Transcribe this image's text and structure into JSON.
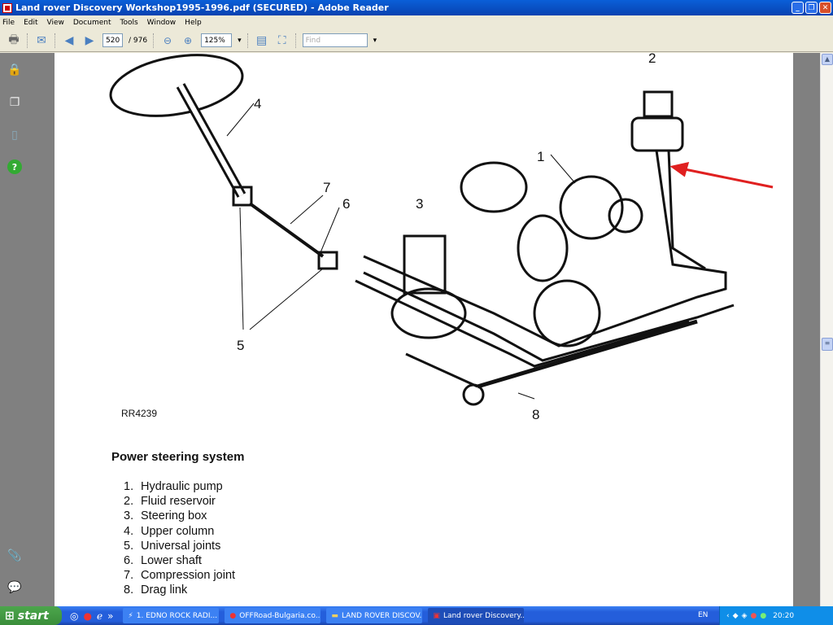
{
  "window": {
    "title": "Land rover Discovery Workshop1995-1996.pdf (SECURED) - Adobe Reader"
  },
  "menu": [
    "File",
    "Edit",
    "View",
    "Document",
    "Tools",
    "Window",
    "Help"
  ],
  "toolbar": {
    "page_current": "520",
    "page_total": "/ 976",
    "zoom": "125%",
    "find_placeholder": "Find"
  },
  "figure": {
    "id": "RR4239",
    "labels": [
      "1",
      "2",
      "3",
      "4",
      "5",
      "6",
      "7",
      "8"
    ],
    "arrow_color": "#e02020"
  },
  "page": {
    "caption": "Power steering system",
    "items": [
      {
        "n": "1.",
        "t": "Hydraulic pump"
      },
      {
        "n": "2.",
        "t": "Fluid reservoir"
      },
      {
        "n": "3.",
        "t": "Steering box"
      },
      {
        "n": "4.",
        "t": "Upper column"
      },
      {
        "n": "5.",
        "t": "Universal joints"
      },
      {
        "n": "6.",
        "t": "Lower shaft"
      },
      {
        "n": "7.",
        "t": "Compression joint"
      },
      {
        "n": "8.",
        "t": "Drag link"
      }
    ]
  },
  "taskbar": {
    "start": "start",
    "tasks": [
      "1. EDNO ROCK RADI...",
      "OFFRoad-Bulgaria.co...",
      "LAND ROVER DISCOV...",
      "Land rover Discovery..."
    ],
    "lang": "EN",
    "clock": "20:20"
  }
}
